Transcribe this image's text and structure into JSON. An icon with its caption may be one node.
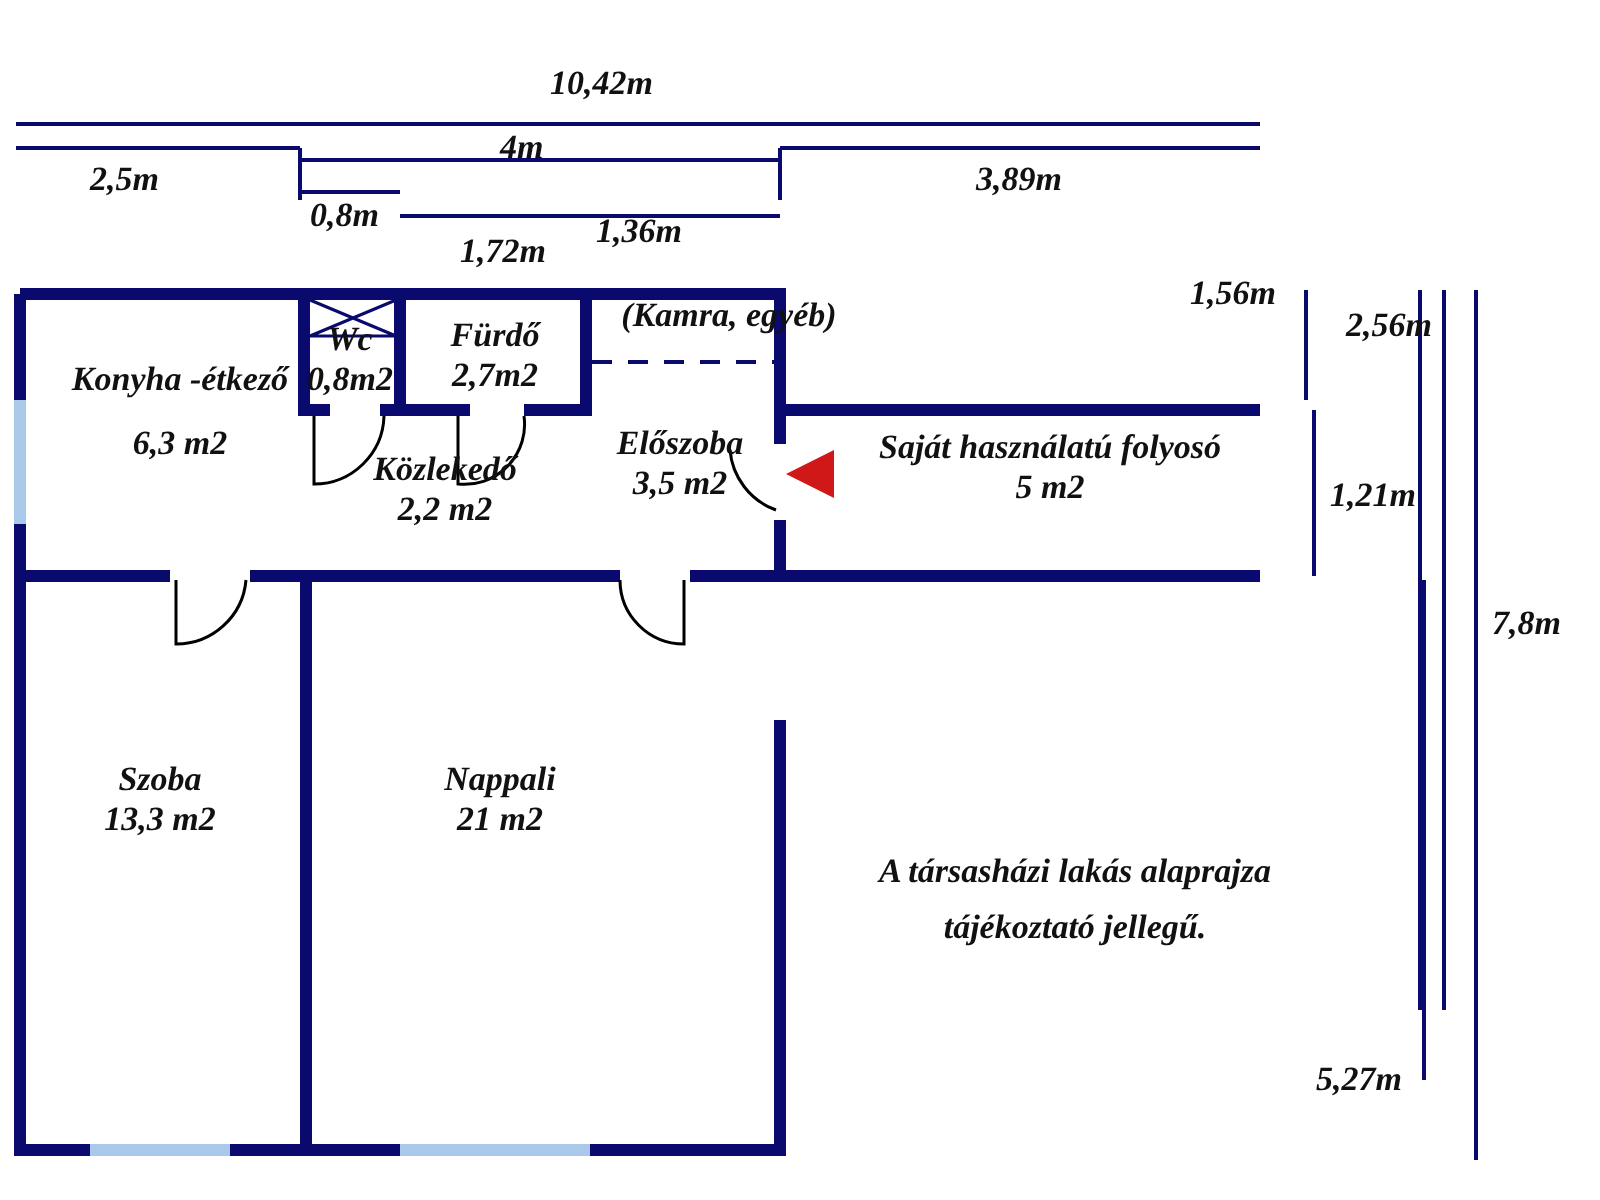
{
  "diagram": {
    "nodes": [
      {
        "text": [
          "Konyha -étkező",
          "6,3 m2"
        ]
      },
      {
        "text": [
          "Wc",
          "0,8m2"
        ]
      },
      {
        "text": [
          "Fürdő",
          "2,7m2"
        ]
      },
      {
        "text": [
          "(Kamra, egyéb)"
        ]
      },
      {
        "text": [
          "Közlekedő",
          "2,2 m2"
        ]
      },
      {
        "text": [
          "Előszoba",
          "3,5 m2"
        ]
      },
      {
        "text": [
          "Saját használatú folyosó",
          "5 m2"
        ]
      },
      {
        "text": [
          "Szoba",
          "13,3 m2"
        ]
      },
      {
        "text": [
          "Nappali",
          "21 m2"
        ]
      }
    ],
    "edges": [],
    "labels": [
      "10,42m",
      "4m",
      "2,5m",
      "3,89m",
      "0,8m",
      "1,72m",
      "1,36m",
      "1,56m",
      "2,56m",
      "1,21m",
      "7,8m",
      "A társasházi lakás alaprajza tájékoztató jellegű.",
      "5,27m"
    ]
  }
}
